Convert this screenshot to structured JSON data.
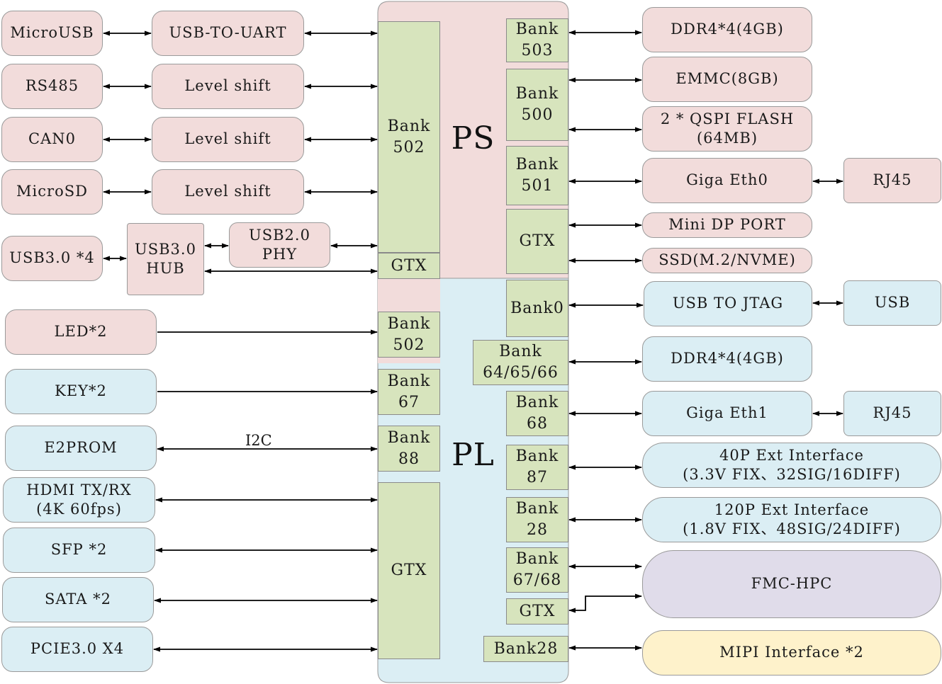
{
  "colors": {
    "ps": "#f2dcdb",
    "pl": "#dbeef4",
    "bank": "#d7e4bd",
    "fmc": "#e0dcea",
    "mipi": "#fef2cb"
  },
  "chip": {
    "ps_label": "PS",
    "pl_label": "PL"
  },
  "left_blocks": {
    "microusb": "MicroUSB",
    "usb_to_uart": "USB-TO-UART",
    "rs485": "RS485",
    "level_shift_1": "Level shift",
    "can0": "CAN0",
    "level_shift_2": "Level shift",
    "microsd": "MicroSD",
    "level_shift_3": "Level shift",
    "usb3_x4": "USB3.0 *4",
    "usb3_hub": "USB3.0\nHUB",
    "usb2_phy": "USB2.0\nPHY",
    "led": "LED*2",
    "key": "KEY*2",
    "e2prom": "E2PROM",
    "hdmi": "HDMI TX/RX\n(4K 60fps)",
    "sfp": "SFP *2",
    "sata": "SATA *2",
    "pcie": "PCIE3.0 X4"
  },
  "i2c_label": "I2C",
  "inner_banks": {
    "bank502_ps": "Bank\n502",
    "gtx_ps_left": "GTX",
    "bank502_pl": "Bank\n502",
    "bank67_left": "Bank\n67",
    "bank88": "Bank\n88",
    "gtx_pl_left": "GTX",
    "bank503": "Bank\n503",
    "bank500": "Bank\n500",
    "bank501": "Bank\n501",
    "gtx_ps_right": "GTX",
    "bank0": "Bank0",
    "bank64_65_66": "Bank\n64/65/66",
    "bank68": "Bank\n68",
    "bank87": "Bank\n87",
    "bank28": "Bank\n28",
    "bank67_68": "Bank\n67/68",
    "gtx_pl_right": "GTX",
    "bank28_bottom": "Bank28"
  },
  "right_blocks": {
    "ddr4_ps": "DDR4*4(4GB)",
    "emmc": "EMMC(8GB)",
    "qspi": "2 * QSPI FLASH\n(64MB)",
    "giga_eth0": "Giga Eth0",
    "rj45_0": "RJ45",
    "mini_dp": "Mini DP PORT",
    "ssd": "SSD(M.2/NVME)",
    "usb_to_jtag": "USB TO JTAG",
    "usb": "USB",
    "ddr4_pl": "DDR4*4(4GB)",
    "giga_eth1": "Giga Eth1",
    "rj45_1": "RJ45",
    "ext_40p": "40P Ext Interface\n(3.3V FIX、32SIG/16DIFF)",
    "ext_120p": "120P Ext Interface\n(1.8V FIX、48SIG/24DIFF)",
    "fmc_hpc": "FMC-HPC",
    "mipi": "MIPI Interface *2"
  }
}
